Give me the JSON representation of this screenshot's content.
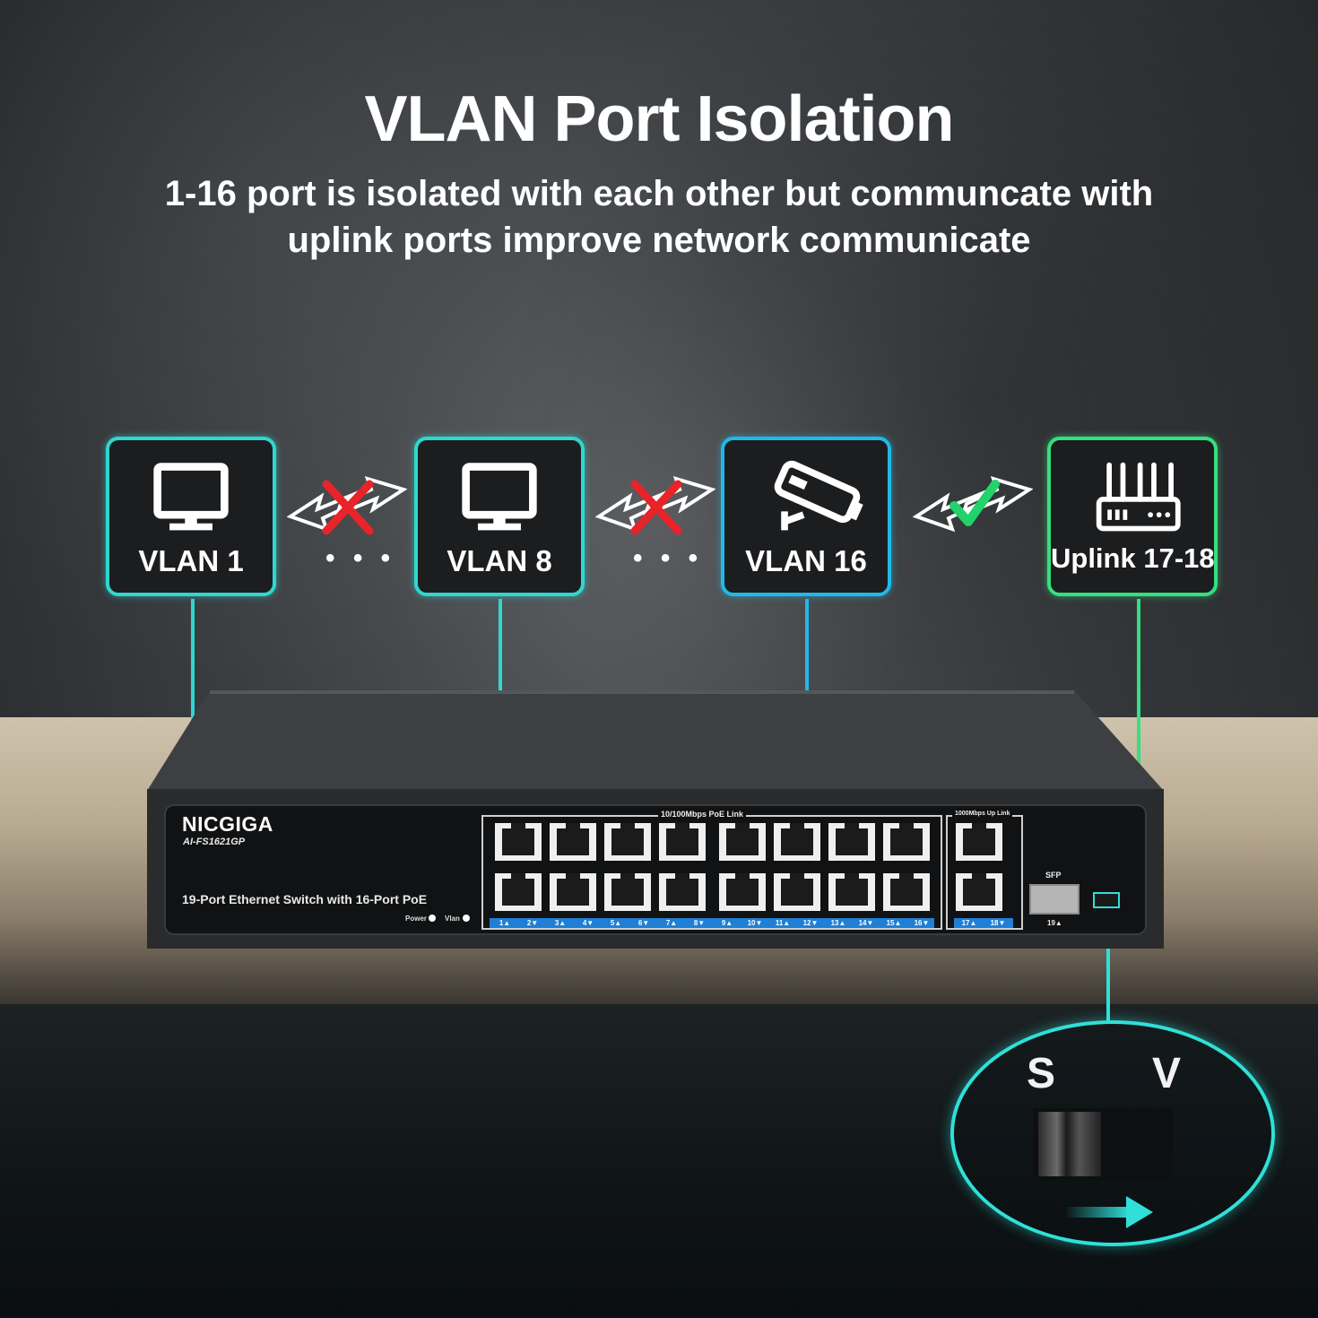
{
  "title": "VLAN Port Isolation",
  "subtitle": "1-16 port is isolated with each other but communcate with uplink ports improve network communicate",
  "boxes": [
    {
      "label": "VLAN 1",
      "icon": "monitor-icon"
    },
    {
      "label": "VLAN 8",
      "icon": "monitor-icon"
    },
    {
      "label": "VLAN 16",
      "icon": "security-camera-icon"
    },
    {
      "label": "Uplink 17-18",
      "icon": "router-icon"
    }
  ],
  "separator": "• • •",
  "colors": {
    "teal": "#2fd7d0",
    "blue": "#22b8e8",
    "green": "#35e07e",
    "cross": "#e8232a",
    "port_bar": "#1f7fd6"
  },
  "switch": {
    "brand": "NICGIGA",
    "model": "AI-FS1621GP",
    "description": "19-Port Ethernet Switch with 16-Port PoE",
    "led_power": "Power",
    "led_vlan": "Vlan",
    "group_main": "10/100Mbps PoE Link",
    "group_uplink": "1000Mbps Up Link",
    "sfp": "SFP",
    "sfp_port": "19▲",
    "ports": [
      "1▲",
      "2▼",
      "3▲",
      "4▼",
      "5▲",
      "6▼",
      "7▲",
      "8▼",
      "9▲",
      "10▼",
      "11▲",
      "12▼",
      "13▲",
      "14▼",
      "15▲",
      "16▼"
    ],
    "uplink_ports": [
      "17▲",
      "18▼"
    ]
  },
  "zoom": {
    "left": "S",
    "right": "V"
  }
}
